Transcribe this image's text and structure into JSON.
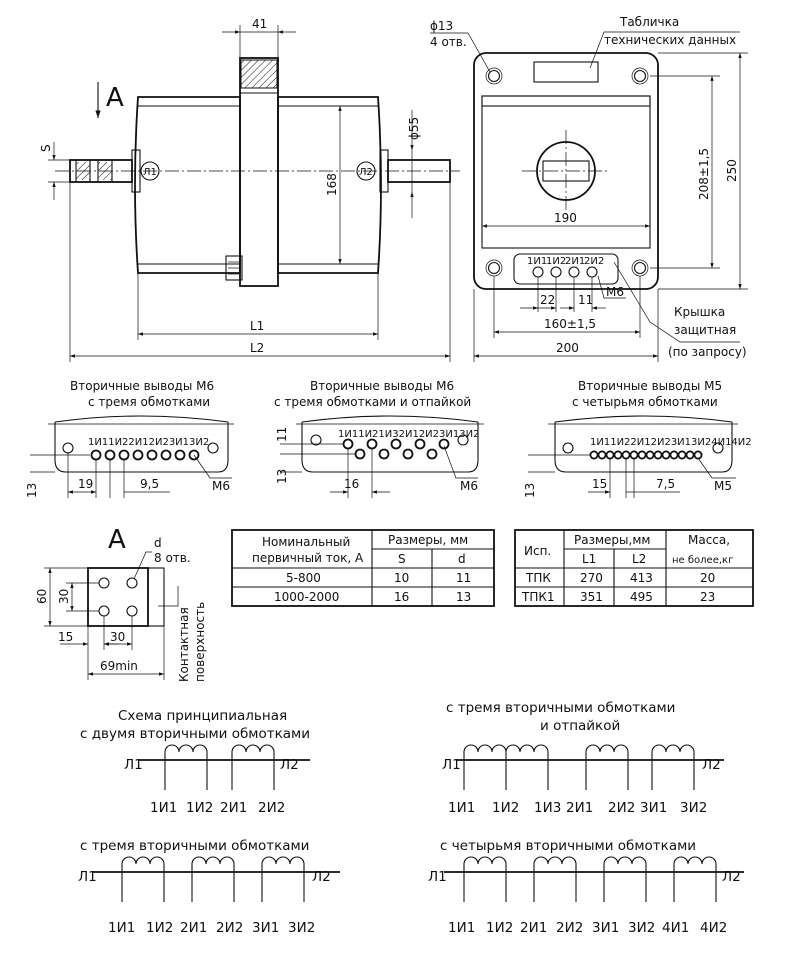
{
  "top": {
    "view_a_label": "A",
    "dim_41": "41",
    "dim_s": "S",
    "dim_168": "168",
    "dim_phi55": "ϕ55",
    "marker_l1": "Л1",
    "marker_l2": "Л2",
    "dim_L1": "L1",
    "dim_L2": "L2",
    "hole_label_1": "ϕ13",
    "hole_label_2": "4 отв.",
    "plate_label_1": "Табличка",
    "plate_label_2": "технических данных",
    "dim_190": "190",
    "dim_208": "208±1,5",
    "dim_250": "250",
    "terminal_labels": [
      "1И1",
      "1И2",
      "2И1",
      "2И2"
    ],
    "dim_22": "22",
    "dim_11": "11",
    "dim_m6": "М6",
    "dim_160": "160±1,5",
    "dim_200": "200",
    "cover_label_1": "Крышка",
    "cover_label_2": "защитная",
    "cover_label_3": "(по запросу)"
  },
  "terminals": [
    {
      "title_1": "Вторичные выводы М6",
      "title_2": "с тремя обмотками",
      "labels": "1И11И22И12И23И13И2",
      "dim_13": "13",
      "dim_a": "19",
      "dim_b": "9,5",
      "thread": "М6"
    },
    {
      "title_1": "Вторичные выводы М6",
      "title_2": "с тремя обмотками и отпайкой",
      "labels": "1И11И21И32И12И23И13И2",
      "dim_11": "11",
      "dim_13": "13",
      "dim_a": "16",
      "thread": "М6"
    },
    {
      "title_1": "Вторичные выводы М5",
      "title_2": "с четырьмя обмотками",
      "labels": "1И11И22И12И23И13И24И14И2",
      "dim_13": "13",
      "dim_a": "15",
      "dim_b": "7,5",
      "thread": "М5"
    }
  ],
  "view_a": {
    "label": "A",
    "d": "d",
    "holes": "8 отв.",
    "dim_60": "60",
    "dim_30v": "30",
    "dim_15": "15",
    "dim_30h": "30",
    "dim_69": "69min",
    "contact_1": "Контактная",
    "contact_2": "поверхность"
  },
  "table1": {
    "h_current_1": "Номинальный",
    "h_current_2": "первичный ток, А",
    "h_dims": "Размеры, мм",
    "h_s": "S",
    "h_d": "d",
    "rows": [
      {
        "current": "5-800",
        "s": "10",
        "d": "11"
      },
      {
        "current": "1000-2000",
        "s": "16",
        "d": "13"
      }
    ]
  },
  "table2": {
    "h_isp": "Исп.",
    "h_dims": "Размеры,мм",
    "h_l1": "L1",
    "h_l2": "L2",
    "h_mass_1": "Масса,",
    "h_mass_2": "не более,кг",
    "rows": [
      {
        "isp": "ТПК",
        "l1": "270",
        "l2": "413",
        "mass": "20"
      },
      {
        "isp": "ТПК1",
        "l1": "351",
        "l2": "495",
        "mass": "23"
      }
    ]
  },
  "schemes": [
    {
      "title_1": "Схема принципиальная",
      "title_2": "с двумя вторичными обмотками",
      "left": "Л1",
      "right": "Л2",
      "taps": [
        "1И1",
        "1И2",
        "2И1",
        "2И2"
      ]
    },
    {
      "title_1": "с тремя вторичными обмотками",
      "title_2": "и отпайкой",
      "left": "Л1",
      "right": "Л2",
      "taps": [
        "1И1",
        "1И2",
        "1И3",
        "2И1",
        "2И2",
        "3И1",
        "3И2"
      ]
    },
    {
      "title_1": "с тремя вторичными обмотками",
      "left": "Л1",
      "right": "Л2",
      "taps": [
        "1И1",
        "1И2",
        "2И1",
        "2И2",
        "3И1",
        "3И2"
      ]
    },
    {
      "title_1": "с четырьмя вторичными обмотками",
      "left": "Л1",
      "right": "Л2",
      "taps": [
        "1И1",
        "1И2",
        "2И1",
        "2И2",
        "3И1",
        "3И2",
        "4И1",
        "4И2"
      ]
    }
  ]
}
